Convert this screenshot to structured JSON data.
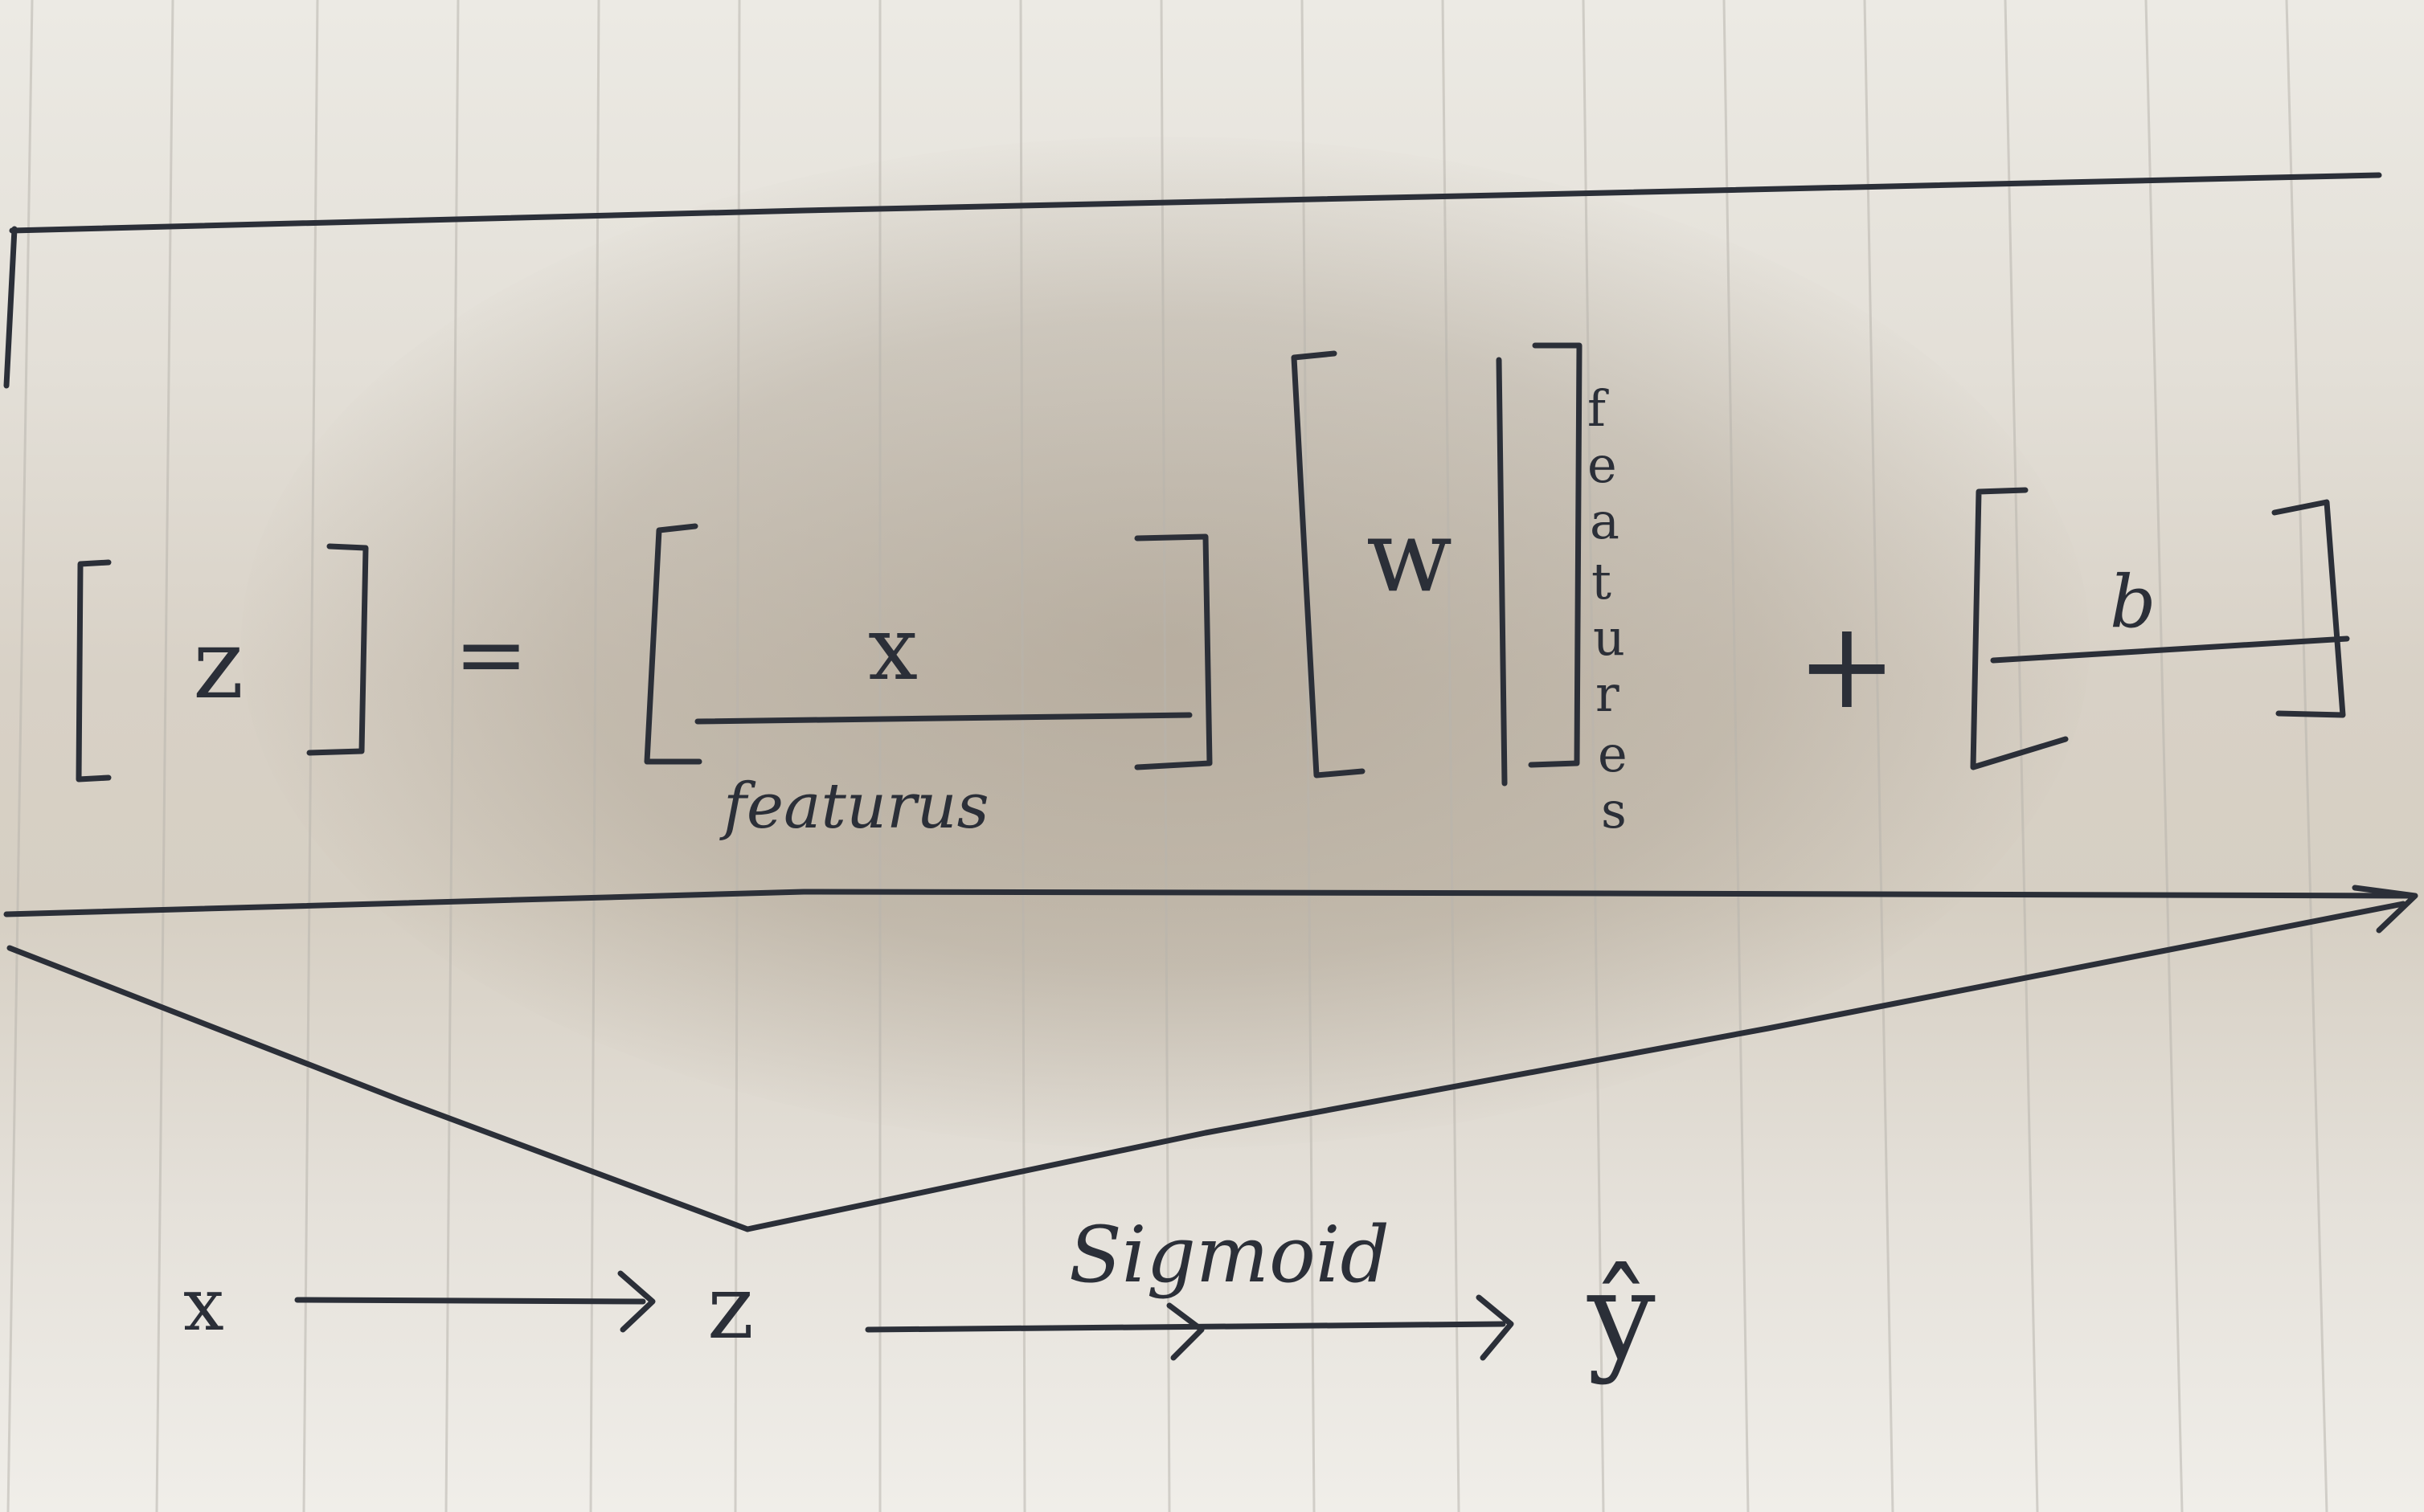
{
  "equation": {
    "z_symbol": "z",
    "equals_sign": "=",
    "x_symbol": "x",
    "x_features_label": "featurus",
    "w_symbol": "w",
    "w_features_letters": [
      "f",
      "e",
      "a",
      "t",
      "u",
      "r",
      "e",
      "s"
    ],
    "plus_sign": "+",
    "b_symbol": "b"
  },
  "flow": {
    "input_symbol": "x",
    "z_symbol": "z",
    "sigmoid_label": "Sigmoid",
    "output_symbol": "ŷ"
  },
  "colors": {
    "ink": "#2b2f38",
    "paper": "#e4e0d8"
  }
}
